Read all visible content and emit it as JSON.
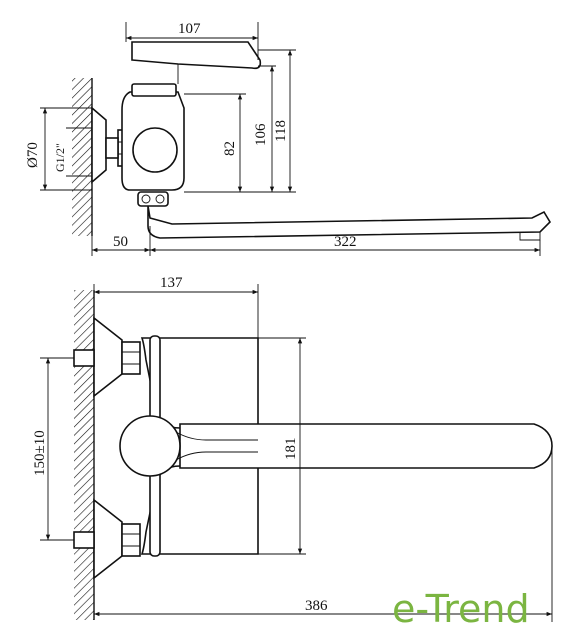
{
  "side_view": {
    "dims": {
      "top_width": "107",
      "height_82": "82",
      "height_106": "106",
      "height_118": "118",
      "diameter": "Ø70",
      "thread": "G1/2\"",
      "offset_50": "50",
      "spout_322": "322"
    }
  },
  "front_view": {
    "dims": {
      "width_137": "137",
      "center_distance": "150±10",
      "height_181": "181",
      "total_386": "386"
    }
  },
  "brand": {
    "text": "e-Trend",
    "color": "#7bb541"
  }
}
